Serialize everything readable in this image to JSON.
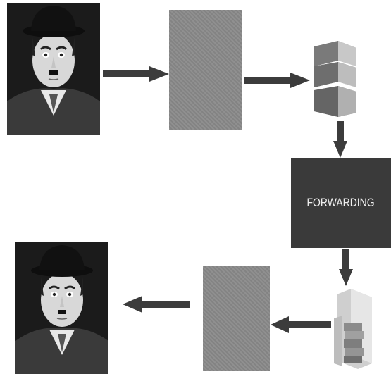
{
  "diagram": {
    "forwarding_label": "FORWARDING",
    "nodes": [
      {
        "id": "source-photo",
        "kind": "image"
      },
      {
        "id": "encoder-block",
        "kind": "gray-block"
      },
      {
        "id": "layered-cube",
        "kind": "icon"
      },
      {
        "id": "forwarding-box",
        "kind": "box"
      },
      {
        "id": "folder-books",
        "kind": "icon"
      },
      {
        "id": "decoder-block",
        "kind": "gray-block"
      },
      {
        "id": "output-photo",
        "kind": "image"
      }
    ],
    "edges": [
      [
        "source-photo",
        "encoder-block"
      ],
      [
        "encoder-block",
        "layered-cube"
      ],
      [
        "layered-cube",
        "forwarding-box"
      ],
      [
        "forwarding-box",
        "folder-books"
      ],
      [
        "folder-books",
        "decoder-block"
      ],
      [
        "decoder-block",
        "output-photo"
      ]
    ],
    "colors": {
      "arrow": "#3c3c3c",
      "block": "#8a8a8a",
      "forwarding_bg": "#3a3a3a",
      "forwarding_text": "#f0f0f0"
    }
  }
}
